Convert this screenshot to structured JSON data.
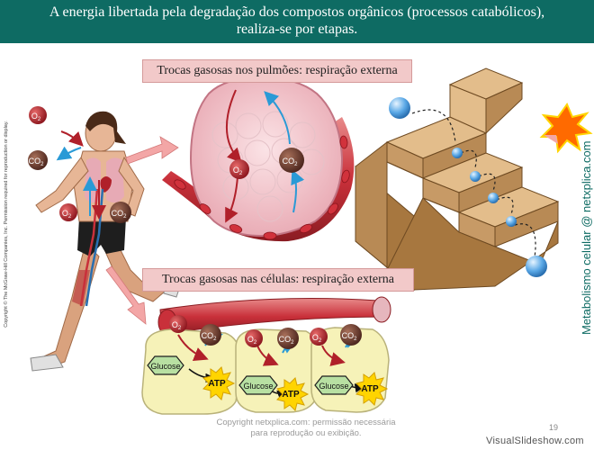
{
  "header": {
    "line1": "A energia libertada pela degradação dos compostos orgânicos (processos catabólicos),",
    "line2": "realiza-se por etapas."
  },
  "labels": {
    "lungs": "Trocas gasosas nos pulmões: respiração externa",
    "cells": "Trocas gasosas nas células: respiração externa"
  },
  "molecules": {
    "o2": "O",
    "o2_sub": "2",
    "co2": "CO",
    "co2_sub": "2",
    "glucose": "Glucose",
    "atp": "ATP"
  },
  "side_title": "Metabolismo celular @ netxplica.com",
  "copyright_left": "Copyright © The McGraw-Hill Companies, Inc. Permission required for reproduction or display.",
  "copyright_bottom": "Copyright netxplica.com: permissão necessária para reprodução ou exibição.",
  "page_number": "19",
  "watermark": "VisualSlideshow.com",
  "colors": {
    "header_bg": "#0e6b63",
    "label_bg": "#f2c9c9",
    "o2_molecule": "#b0202a",
    "co2_molecule": "#6a3a2e",
    "blood_vessel": "#c9303a",
    "stairs": "#c79a66",
    "sphere": "#5aa8e6",
    "starburst": "#ff6a00",
    "atp_burst": "#ffd400"
  }
}
